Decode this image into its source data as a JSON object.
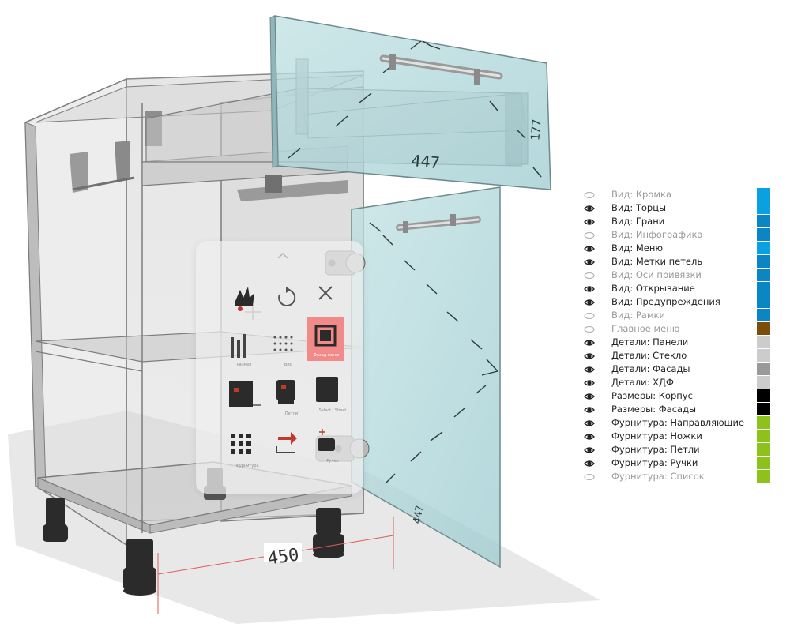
{
  "dimensions": {
    "cabinet_width": "450",
    "drawer_depth": "447",
    "drawer_height": "177",
    "door_depth": "447"
  },
  "colors": {
    "glass": "#a9d3d6",
    "frame": "#8a8a8a",
    "dimension_line": "#e05a5a",
    "panel_bg": "#eeeeee",
    "active_tile": "#f07a7a"
  },
  "quick_menu": {
    "buttons": [
      {
        "icon": "explode-icon",
        "caption": ""
      },
      {
        "icon": "rotate-icon",
        "caption": ""
      },
      {
        "icon": "close-icon",
        "caption": ""
      },
      {
        "icon": "bars-icon",
        "caption": "Размер"
      },
      {
        "icon": "dots-grid-icon",
        "caption": "Вид"
      },
      {
        "icon": "frame-icon",
        "caption": "Фасад меню"
      },
      {
        "icon": "drawer-icon",
        "caption": ""
      },
      {
        "icon": "hinge-icon",
        "caption": "Петли"
      },
      {
        "icon": "panel-icon",
        "caption": "Select / Sheet"
      },
      {
        "icon": "grid-icon",
        "caption": "Фурнитура"
      },
      {
        "icon": "swap-icon",
        "caption": ""
      },
      {
        "icon": "handle-icon",
        "caption": "Ручки"
      }
    ]
  },
  "layers": [
    {
      "label": "Вид:  Кромка",
      "visible": false,
      "color": "#0ba0e0"
    },
    {
      "label": "Вид:  Торцы",
      "visible": true,
      "color": "#0ba0e0"
    },
    {
      "label": "Вид: Грани",
      "visible": true,
      "color": "#0a86c4"
    },
    {
      "label": "Вид: Инфографика",
      "visible": false,
      "color": "#0a86c4"
    },
    {
      "label": "Вид: Меню",
      "visible": true,
      "color": "#0ba0e0"
    },
    {
      "label": "Вид: Метки петель",
      "visible": true,
      "color": "#0a86c4"
    },
    {
      "label": "Вид: Оси привязки",
      "visible": false,
      "color": "#0a86c4"
    },
    {
      "label": "Вид: Открывание",
      "visible": true,
      "color": "#0a86c4"
    },
    {
      "label": "Вид: Предупреждения",
      "visible": true,
      "color": "#0a86c4"
    },
    {
      "label": "Вид: Рамки",
      "visible": false,
      "color": "#0a86c4"
    },
    {
      "label": "Главное меню",
      "visible": false,
      "color": "#7a4e0a"
    },
    {
      "label": "Детали: Панели",
      "visible": true,
      "color": "#cccccc"
    },
    {
      "label": "Детали: Стекло",
      "visible": true,
      "color": "#cccccc"
    },
    {
      "label": "Детали: Фасады",
      "visible": true,
      "color": "#9a9a9a"
    },
    {
      "label": "Детали: ХДФ",
      "visible": true,
      "color": "#cccccc"
    },
    {
      "label": "Размеры: Корпус",
      "visible": true,
      "color": "#000000"
    },
    {
      "label": "Размеры: Фасады",
      "visible": true,
      "color": "#000000"
    },
    {
      "label": "Фурнитура: Направляющие",
      "visible": true,
      "color": "#8cc21a"
    },
    {
      "label": "Фурнитура: Ножки",
      "visible": true,
      "color": "#8cc21a"
    },
    {
      "label": "Фурнитура: Петли",
      "visible": true,
      "color": "#8cc21a"
    },
    {
      "label": "Фурнитура: Ручки",
      "visible": true,
      "color": "#8cc21a"
    },
    {
      "label": "Фурнитура: Список",
      "visible": false,
      "color": "#8cc21a"
    }
  ]
}
